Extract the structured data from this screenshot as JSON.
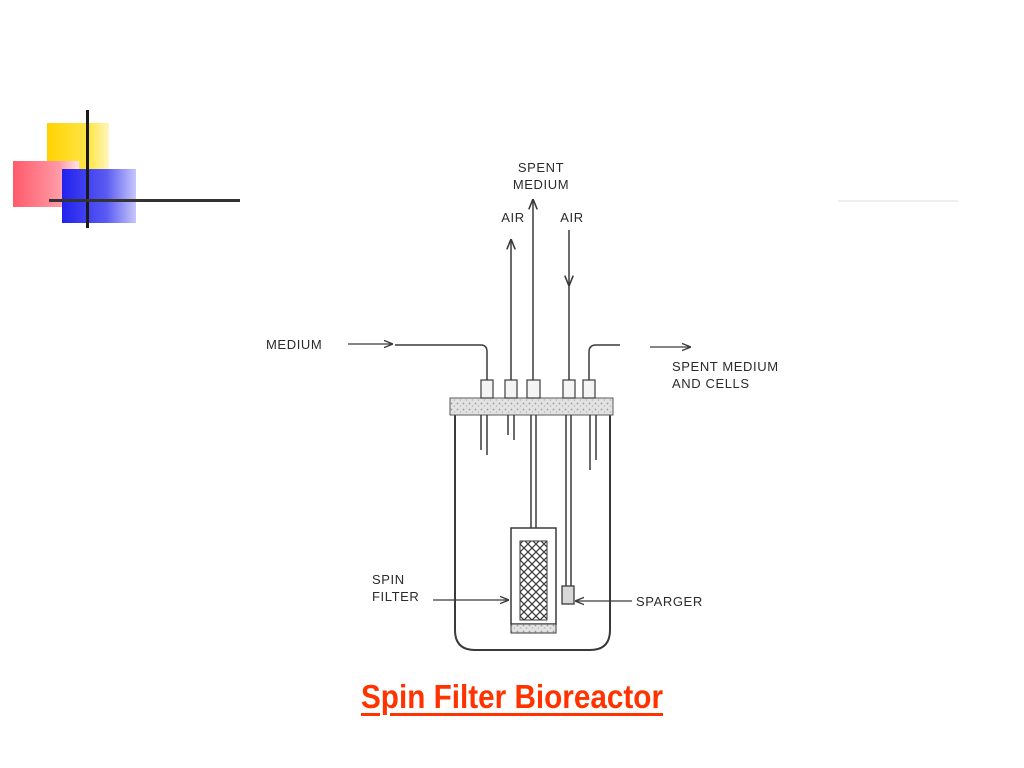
{
  "title": "Spin Filter Bioreactor",
  "labels": {
    "spent_medium_line1": "SPENT",
    "spent_medium_line2": "MEDIUM",
    "air_left": "AIR",
    "air_right": "AIR",
    "medium": "MEDIUM",
    "spent_medium_cells_line1": "SPENT MEDIUM",
    "spent_medium_cells_line2": "AND CELLS",
    "spin_filter_line1": "SPIN",
    "spin_filter_line2": "FILTER",
    "sparger": "SPARGER"
  },
  "colors": {
    "title": "#ff3300",
    "yellow": "#ffd200",
    "red": "#ff5a6a",
    "blue": "#2222ee",
    "ink": "#2b2b2b"
  }
}
